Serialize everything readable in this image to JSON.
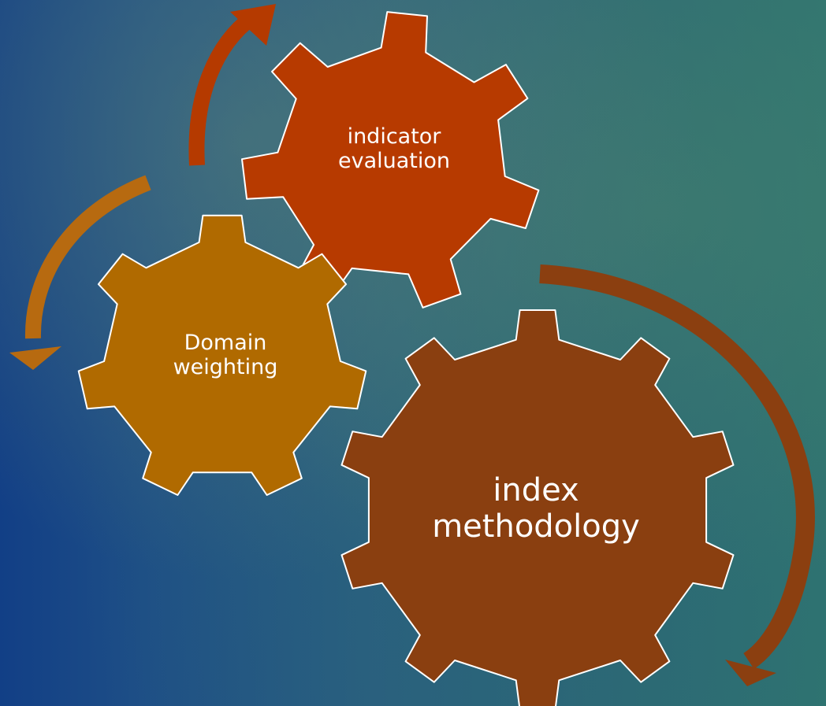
{
  "gears": [
    {
      "id": "indicator",
      "lines": [
        "indicator",
        "evaluation"
      ],
      "color": "#b73a00"
    },
    {
      "id": "domain",
      "lines": [
        "Domain",
        "weighting"
      ],
      "color": "#b06a00"
    },
    {
      "id": "index",
      "lines": [
        "index",
        "methodology"
      ],
      "color": "#8a3f10"
    }
  ],
  "arrows": [
    {
      "id": "arrow-top",
      "color": "#b53a00"
    },
    {
      "id": "arrow-left",
      "color": "#b76a10"
    },
    {
      "id": "arrow-right",
      "color": "#8b3f10"
    }
  ],
  "gear_outline_color": "#ffffff"
}
